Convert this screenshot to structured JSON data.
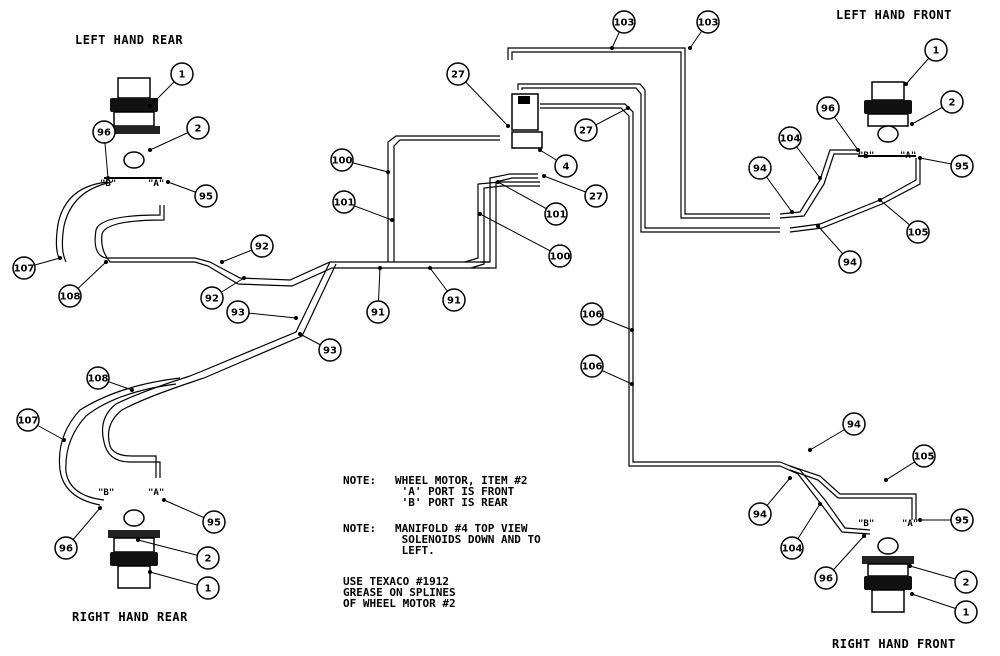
{
  "titles": {
    "left_rear": "LEFT HAND REAR",
    "left_front": "LEFT HAND FRONT",
    "right_rear": "RIGHT HAND REAR",
    "right_front": "RIGHT HAND FRONT"
  },
  "port_labels": {
    "a": "\"A\"",
    "b": "\"B\""
  },
  "notes": [
    {
      "head": "NOTE:",
      "body": "WHEEL MOTOR, ITEM #2\n 'A' PORT IS FRONT\n 'B' PORT IS REAR"
    },
    {
      "head": "NOTE:",
      "body": "MANIFOLD #4 TOP VIEW\n SOLENOIDS DOWN AND TO\n LEFT."
    },
    {
      "head": "NOTE:",
      "body": "USE TEXACO #1912\nGREASE ON SPLINES\nOF WHEEL MOTOR #2"
    }
  ],
  "callouts": [
    "1",
    "2",
    "96",
    "95",
    "107",
    "108",
    "92",
    "92",
    "93",
    "93",
    "91",
    "91",
    "100",
    "101",
    "27",
    "103",
    "103",
    "4",
    "27",
    "27",
    "101",
    "100",
    "1",
    "2",
    "96",
    "104",
    "94",
    "95",
    "105",
    "94",
    "106",
    "106",
    "108",
    "107",
    "95",
    "96",
    "2",
    "1",
    "94",
    "105",
    "94",
    "104",
    "95",
    "96",
    "2",
    "1"
  ]
}
